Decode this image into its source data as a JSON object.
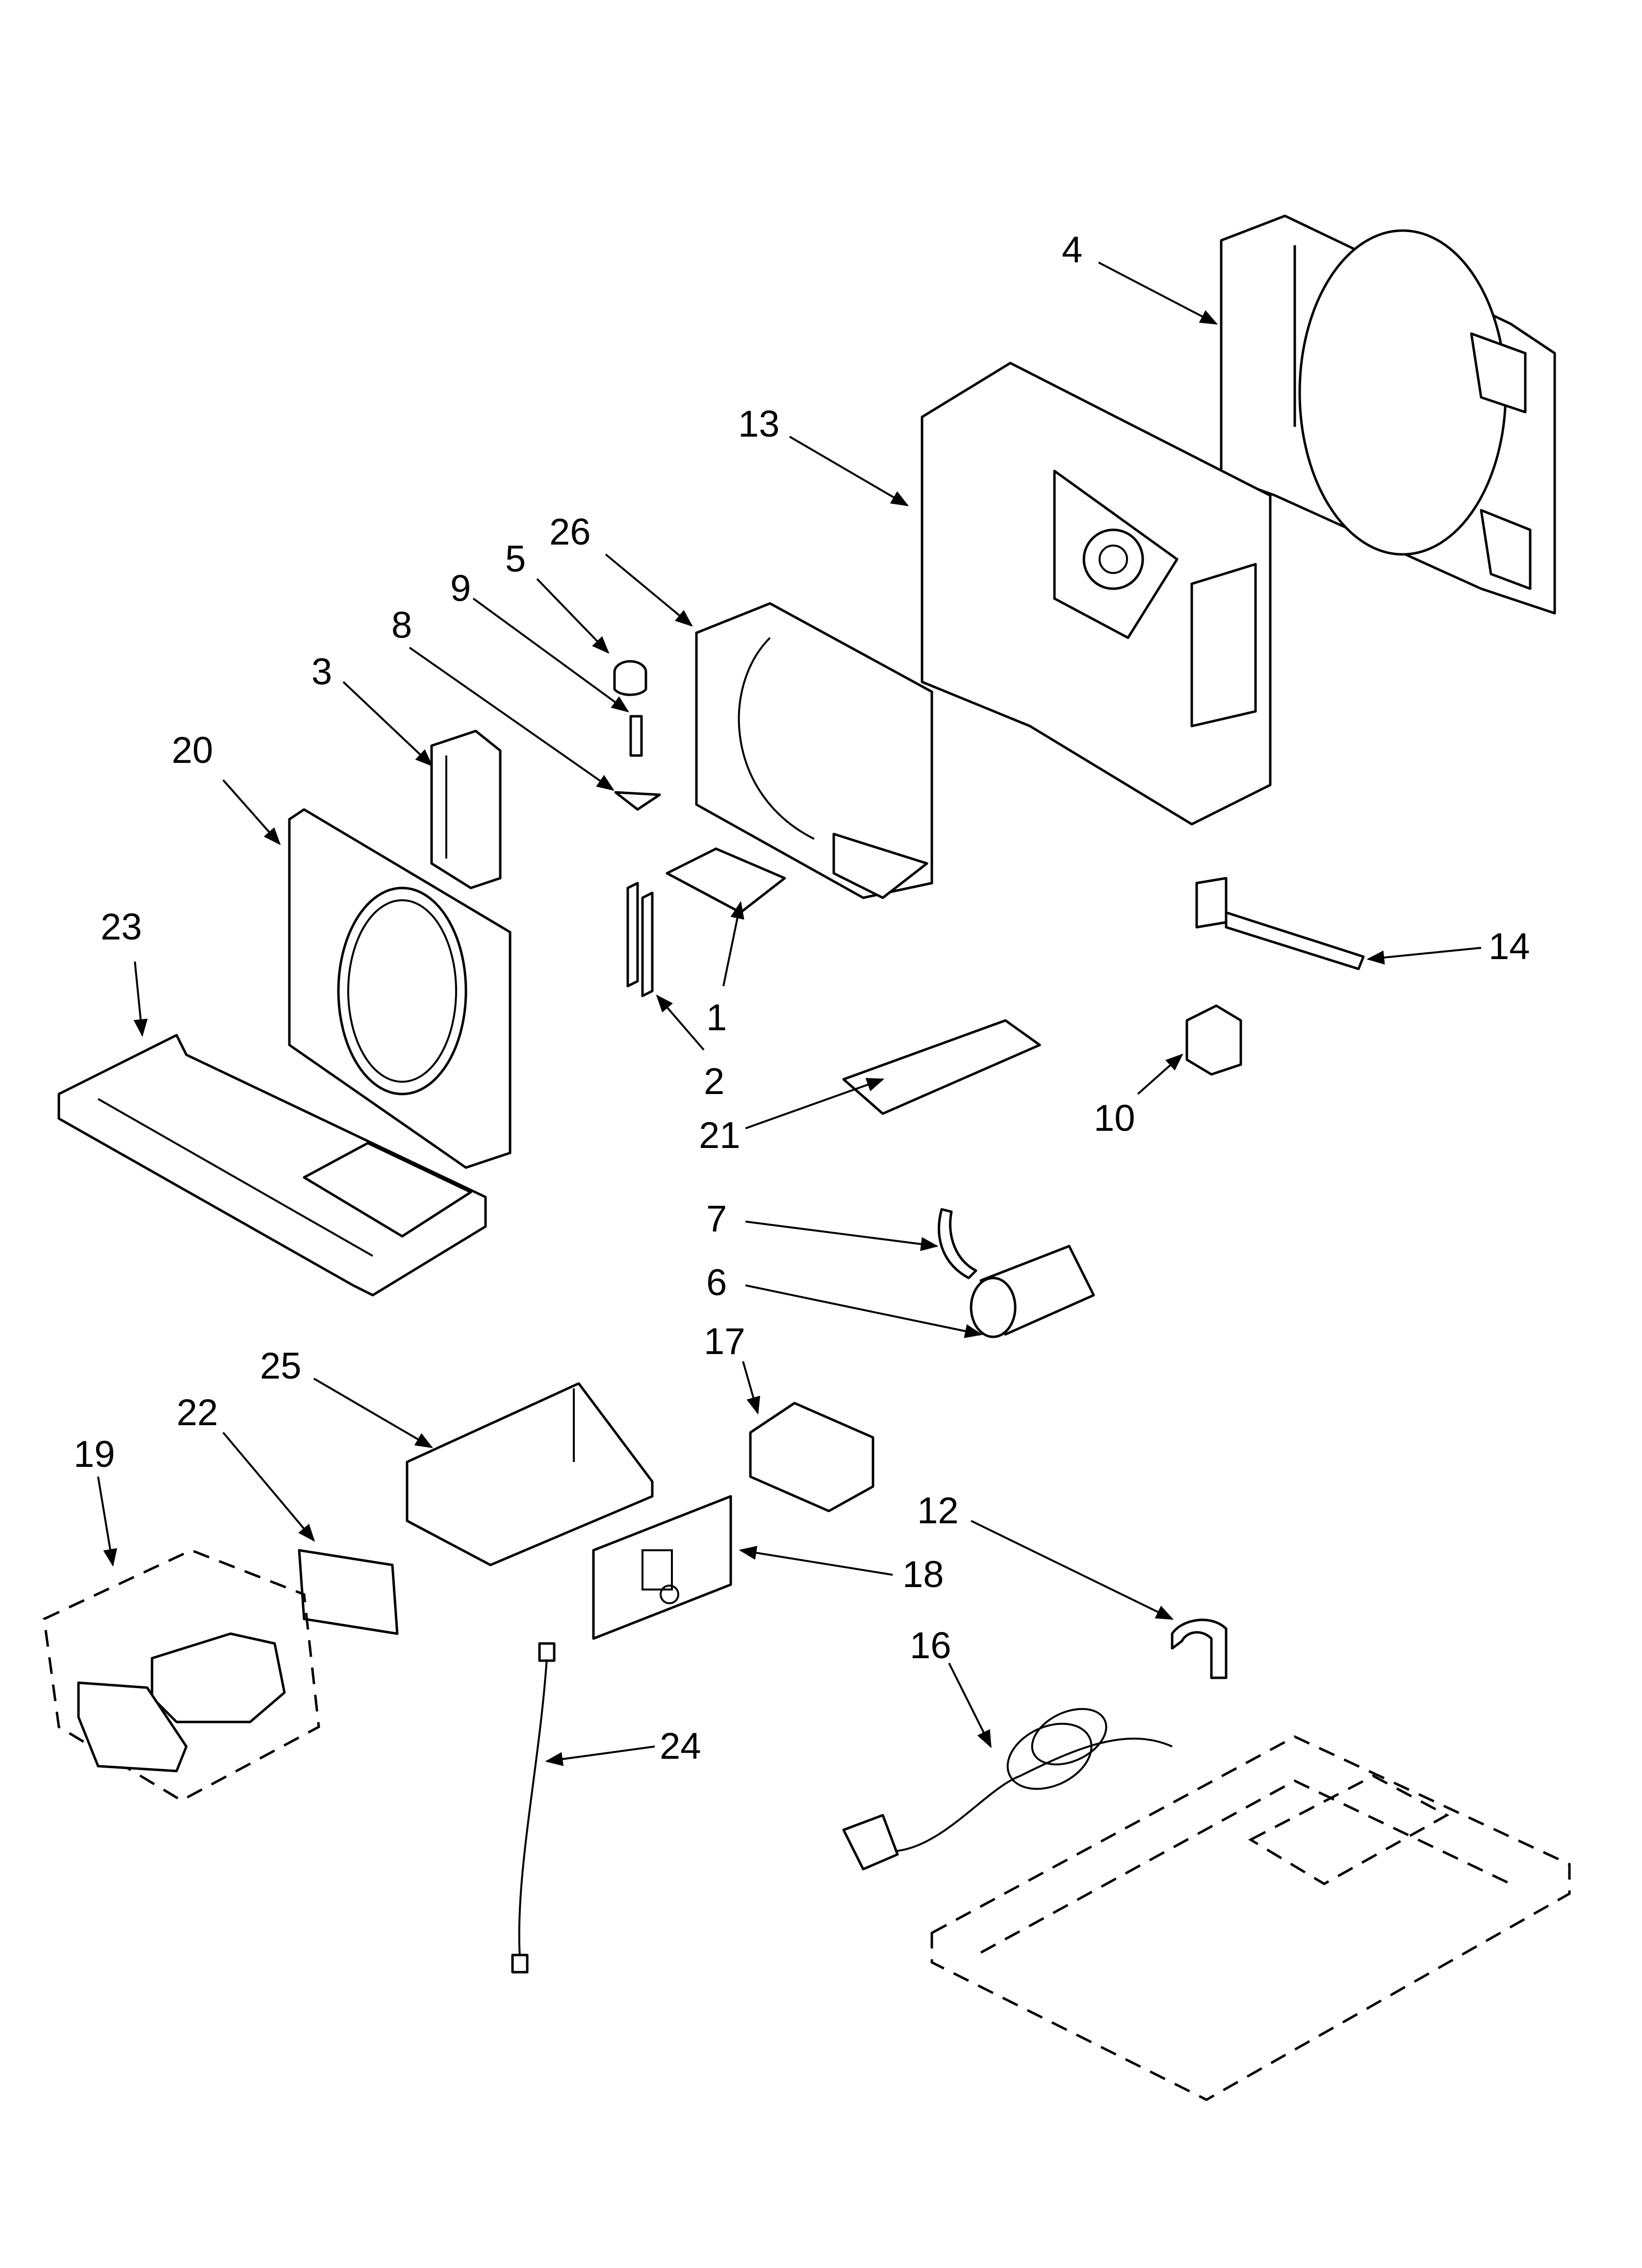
{
  "callouts": {
    "c1": "1",
    "c2": "2",
    "c3": "3",
    "c4": "4",
    "c5": "5",
    "c6": "6",
    "c7": "7",
    "c8": "8",
    "c9": "9",
    "c10": "10",
    "c12": "12",
    "c13": "13",
    "c14": "14",
    "c16": "16",
    "c17": "17",
    "c18": "18",
    "c19": "19",
    "c20": "20",
    "c21": "21",
    "c22": "22",
    "c23": "23",
    "c24": "24",
    "c25": "25",
    "c26": "26"
  }
}
